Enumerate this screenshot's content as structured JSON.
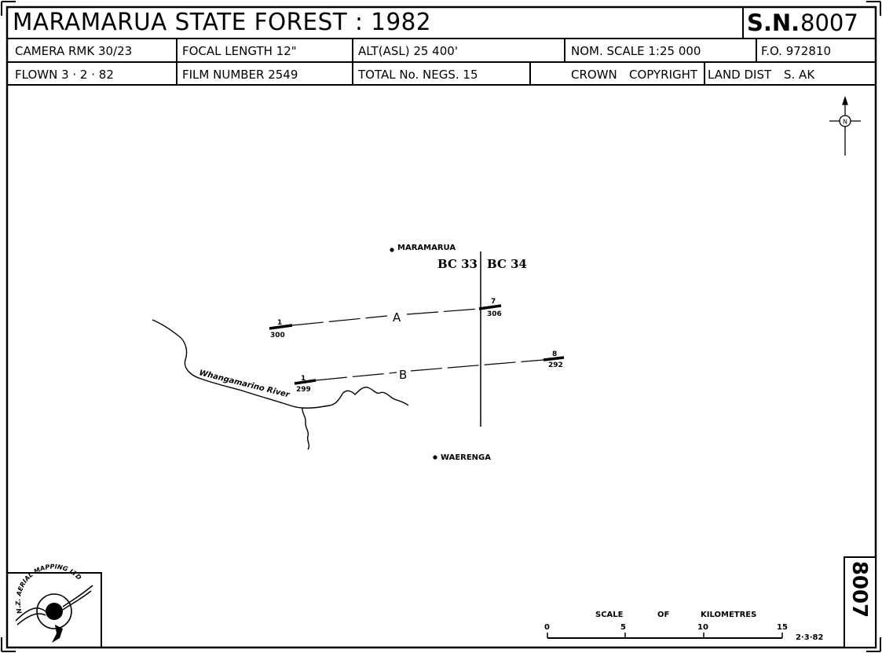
{
  "header": {
    "title": "MARAMARUA  STATE  FOREST : 1982",
    "sn_label": "S.N.",
    "sn_value": "8007",
    "camera": "CAMERA RMK  30/23",
    "focal_length": "FOCAL LENGTH 12\"",
    "altitude": "ALT(ASL) 25 400'",
    "nom_scale": "NOM.  SCALE  1:25 000",
    "fo": "F.O. 972810",
    "flown": "FLOWN  3 · 2 · 82",
    "film_number": "FILM NUMBER  2549",
    "total_negs": "TOTAL No. NEGS.  15",
    "crown": "CROWN",
    "copyright": "COPYRIGHT",
    "land_dist_label": "LAND DIST",
    "land_dist_value": "S. AK"
  },
  "map": {
    "places": {
      "maramarua": "MARAMARUA",
      "waerenga": "WAERENGA"
    },
    "blocks": {
      "left": "BC 33",
      "right": "BC 34"
    },
    "river": "Whangamarino River",
    "north_symbol": "N",
    "runs": [
      {
        "letter": "A",
        "start_frame": "1",
        "start_neg": "300",
        "end_frame": "7",
        "end_neg": "306"
      },
      {
        "letter": "B",
        "start_frame": "1",
        "start_neg": "299",
        "end_frame": "8",
        "end_neg": "292"
      }
    ]
  },
  "scale_bar": {
    "label_scale": "SCALE",
    "label_of": "OF",
    "label_units": "KILOMETRES",
    "ticks": [
      "0",
      "5",
      "10",
      "15"
    ],
    "date": "2·3·82"
  },
  "sheet_number_side": "8007",
  "logo": {
    "text": "N.Z. AERIAL MAPPING LTD"
  }
}
